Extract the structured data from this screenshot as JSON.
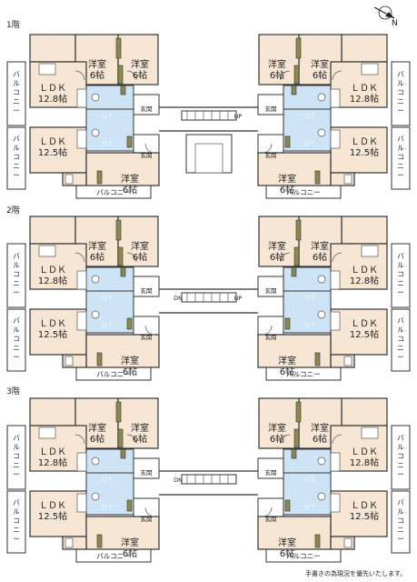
{
  "orientation": {
    "north_label": "N",
    "icon": "north-arrow-icon"
  },
  "labels": {
    "western_room": "洋室",
    "western_size": "6帖",
    "ldk": "ＬＤＫ",
    "ldk_upper_size": "12.8帖",
    "ldk_lower_size": "12.5帖",
    "entrance": "玄関",
    "bath": "ＵＴ",
    "balcony_vertical": [
      "バ",
      "ル",
      "コ",
      "ニ",
      "ー"
    ],
    "balcony_horizontal": "バルコニー",
    "stair_up": "UP",
    "stair_down": "DN"
  },
  "floors": [
    {
      "label": "1階",
      "stairs": [
        "UP"
      ]
    },
    {
      "label": "2階",
      "stairs": [
        "DN",
        "UP"
      ]
    },
    {
      "label": "3階",
      "stairs": [
        "DN"
      ]
    }
  ],
  "note": "手書きの為現況を優先いたします。"
}
